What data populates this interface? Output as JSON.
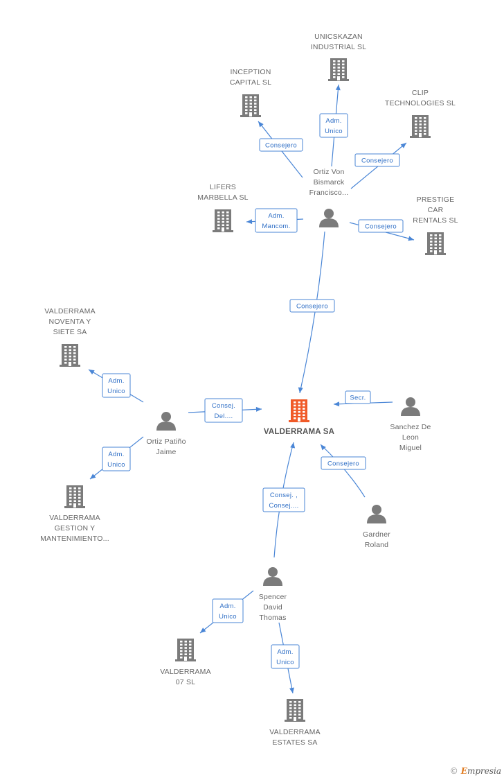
{
  "colors": {
    "edge": "#4a86d6",
    "company": "#7b7b7b",
    "person": "#7b7b7b",
    "focus": "#f05a28"
  },
  "nodes": [
    {
      "id": "valderrama",
      "type": "company",
      "focus": true,
      "icon": "building-icon",
      "label": [
        "VALDERRAMA SA"
      ]
    },
    {
      "id": "ortizvon",
      "type": "person",
      "icon": "person-icon",
      "label": [
        "Ortiz Von",
        "Bismarck",
        "Francisco..."
      ]
    },
    {
      "id": "unicskazan",
      "type": "company",
      "icon": "building-icon",
      "label": [
        "UNICSKAZAN",
        "INDUSTRIAL SL"
      ]
    },
    {
      "id": "inception",
      "type": "company",
      "icon": "building-icon",
      "label": [
        "INCEPTION",
        "CAPITAL  SL"
      ]
    },
    {
      "id": "clip",
      "type": "company",
      "icon": "building-icon",
      "label": [
        "CLIP",
        "TECHNOLOGIES SL"
      ]
    },
    {
      "id": "lifers",
      "type": "company",
      "icon": "building-icon",
      "label": [
        "LIFERS",
        "MARBELLA SL"
      ]
    },
    {
      "id": "prestige",
      "type": "company",
      "icon": "building-icon",
      "label": [
        "PRESTIGE",
        "CAR",
        "RENTALS SL"
      ]
    },
    {
      "id": "ortizpatino",
      "type": "person",
      "icon": "person-icon",
      "label": [
        "Ortiz Patiño",
        "Jaime"
      ]
    },
    {
      "id": "noventa",
      "type": "company",
      "icon": "building-icon",
      "label": [
        "VALDERRAMA",
        "NOVENTA Y",
        "SIETE SA"
      ]
    },
    {
      "id": "gestion",
      "type": "company",
      "icon": "building-icon",
      "label": [
        "VALDERRAMA",
        "GESTION Y",
        "MANTENIMIENTO..."
      ]
    },
    {
      "id": "sanchez",
      "type": "person",
      "icon": "person-icon",
      "label": [
        "Sanchez De",
        "Leon",
        "Miguel"
      ]
    },
    {
      "id": "gardner",
      "type": "person",
      "icon": "person-icon",
      "label": [
        "Gardner",
        "Roland"
      ]
    },
    {
      "id": "spencer",
      "type": "person",
      "icon": "person-icon",
      "label": [
        "Spencer",
        "David",
        "Thomas"
      ]
    },
    {
      "id": "v07",
      "type": "company",
      "icon": "building-icon",
      "label": [
        "VALDERRAMA",
        "07 SL"
      ]
    },
    {
      "id": "estates",
      "type": "company",
      "icon": "building-icon",
      "label": [
        "VALDERRAMA",
        "ESTATES SA"
      ]
    }
  ],
  "edges": [
    {
      "from": "ortizvon",
      "to": "unicskazan",
      "label": [
        "Adm.",
        "Unico"
      ]
    },
    {
      "from": "ortizvon",
      "to": "inception",
      "label": [
        "Consejero"
      ]
    },
    {
      "from": "ortizvon",
      "to": "clip",
      "label": [
        "Consejero"
      ]
    },
    {
      "from": "ortizvon",
      "to": "lifers",
      "label": [
        "Adm.",
        "Mancom."
      ]
    },
    {
      "from": "ortizvon",
      "to": "prestige",
      "label": [
        "Consejero"
      ]
    },
    {
      "from": "ortizvon",
      "to": "valderrama",
      "label": [
        "Consejero"
      ]
    },
    {
      "from": "ortizpatino",
      "to": "noventa",
      "label": [
        "Adm.",
        "Unico"
      ]
    },
    {
      "from": "ortizpatino",
      "to": "valderrama",
      "label": [
        "Consej.",
        "Del...."
      ]
    },
    {
      "from": "ortizpatino",
      "to": "gestion",
      "label": [
        "Adm.",
        "Unico"
      ]
    },
    {
      "from": "sanchez",
      "to": "valderrama",
      "label": [
        "Secr."
      ]
    },
    {
      "from": "gardner",
      "to": "valderrama",
      "label": [
        "Consejero"
      ]
    },
    {
      "from": "spencer",
      "to": "valderrama",
      "label": [
        "Consej. ,",
        "Consej...."
      ]
    },
    {
      "from": "spencer",
      "to": "v07",
      "label": [
        "Adm.",
        "Unico"
      ]
    },
    {
      "from": "spencer",
      "to": "estates",
      "label": [
        "Adm.",
        "Unico"
      ]
    }
  ],
  "brand": {
    "copyright": "©",
    "name": "mpresia",
    "initial": "E"
  }
}
